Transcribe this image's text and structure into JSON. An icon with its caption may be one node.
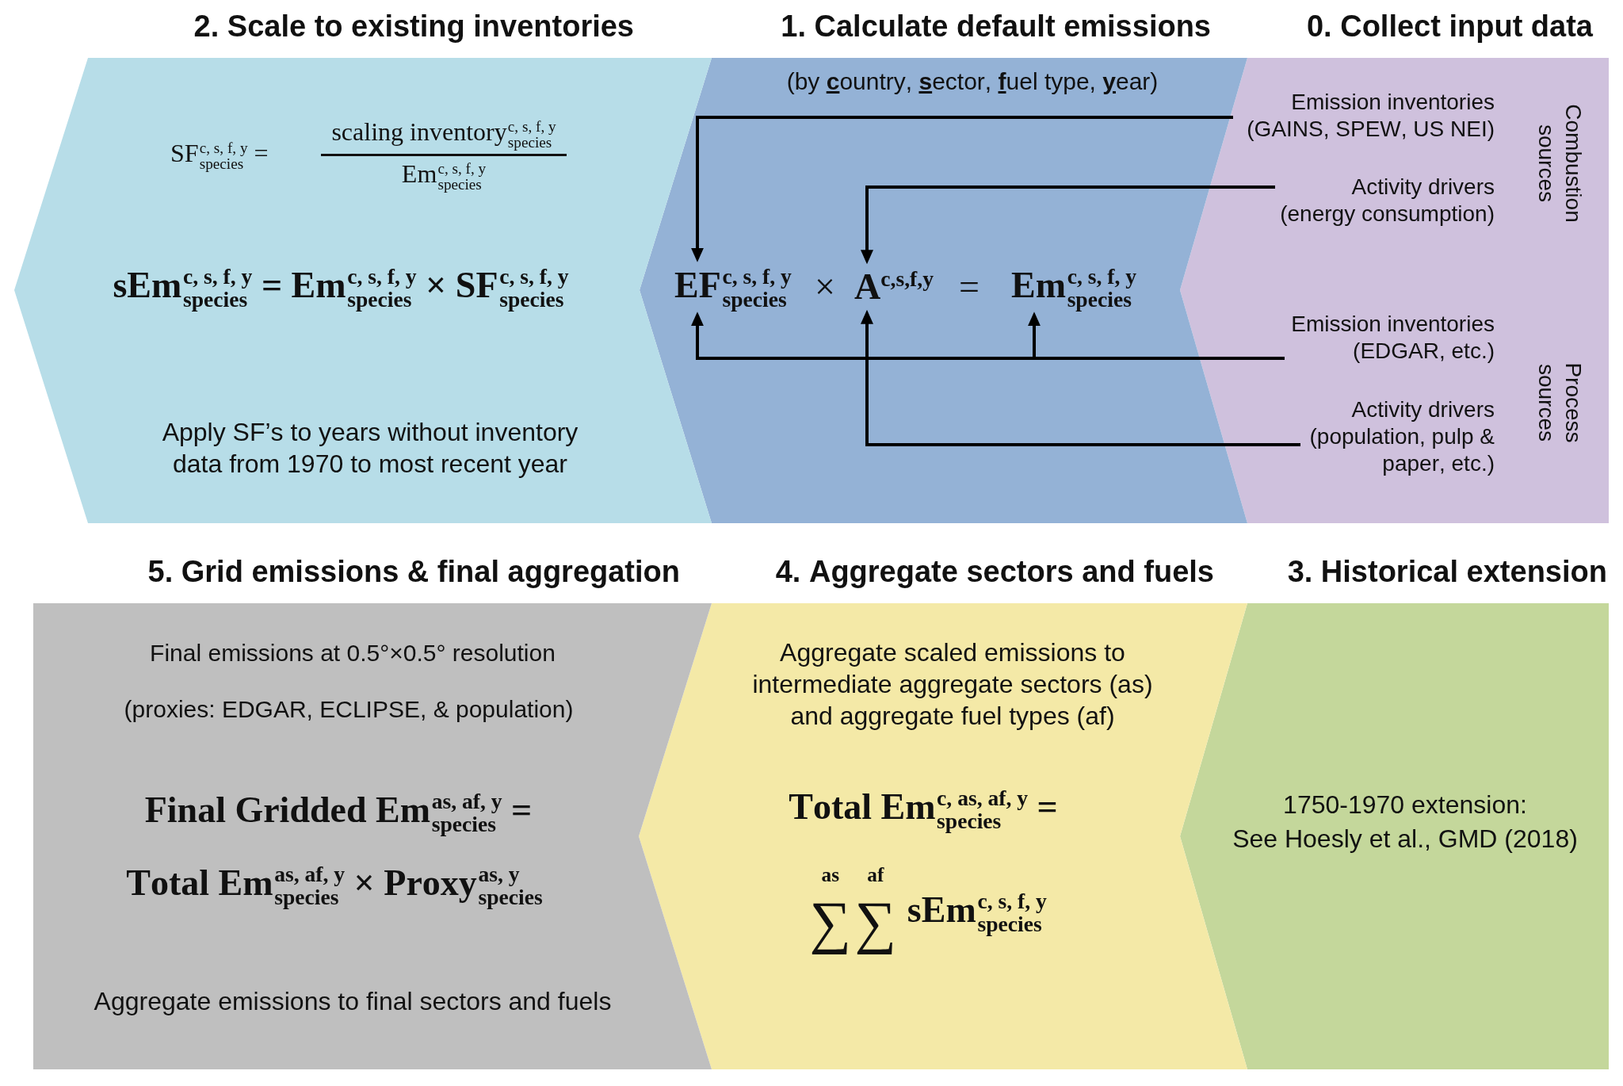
{
  "diagram": {
    "nodes": [
      {
        "text": [
          "0. Collect input data",
          "Combustion sources",
          "Process sources"
        ]
      },
      {
        "text": [
          "Emission inventories (GAINS, SPEW, US NEI)"
        ],
        "in": 0
      },
      {
        "text": [
          "Activity drivers (energy consumption)"
        ],
        "in": 0
      },
      {
        "text": [
          "Emission inventories (EDGAR, etc.)"
        ],
        "in": 0
      },
      {
        "text": [
          "Activity drivers (population, pulp & paper, etc.)"
        ],
        "in": 0
      },
      {
        "text": [
          "1. Calculate default emissions",
          "(by **c**ountry, **s**ector, **f**uel type, **y**ear)"
        ]
      },
      {
        "text": [
          "Em$^{c, s, f, y}$$_{species}$"
        ],
        "in": 5
      },
      {
        "text": [
          "A$^{c,s,f,y}$"
        ],
        "in": 5
      },
      {
        "text": [
          "EF$^{c, s, f, y}$$_{species}$"
        ],
        "in": 5
      },
      {
        "text": [
          "2. Scale to existing inventories",
          "SF$^{c, s, f, y}$$_{species}$ =",
          "scaling inventory$^{c, s, f, y}$$_{species}$",
          "Em$^{c, s, f, y}$$_{species}$",
          "sEm$^{c, s, f, y}$$_{species}$ = Em$^{c, s, f, y}$$_{species}$ × SF$^{c, s, f, y}$$_{species}$",
          "Apply SF’s to years without inventory data from 1970 to most recent year"
        ]
      },
      {
        "text": [
          "3. Historical extension",
          "1750-1970 extension:",
          "See Hoesly et al., GMD (2018)"
        ]
      },
      {
        "text": [
          "4. Aggregate sectors and fuels",
          "Aggregate scaled emissions to intermediate aggregate sectors (as) and aggregate fuel types (af)",
          "Total Em$^{c, as, af, y}$$_{species}$ =",
          "∑$^{as}$∑$^{af}$ sEm$^{c, s, f, y}$$_{species}$"
        ]
      },
      {
        "text": [
          "5. Grid emissions & final aggregation",
          "Final emissions at 0.5°×0.5° resolution",
          "(proxies: EDGAR, ECLIPSE, & population)",
          "Final Gridded Em$^{as, af, y}$$_{species}$ =",
          "Total Em$^{as, af, y}$$_{species}$ × Proxy$^{as, y}$$_{species}$",
          "Aggregate emissions to final sectors and fuels"
        ]
      }
    ],
    "edges": [
      {
        "from": 1,
        "to": 8,
        "arrow": "to"
      },
      {
        "from": 2,
        "to": 7,
        "arrow": "to"
      },
      {
        "from": 3,
        "to": 8,
        "arrow": "to"
      },
      {
        "from": 3,
        "to": 6,
        "arrow": "to"
      },
      {
        "from": 4,
        "to": 7,
        "arrow": "to"
      }
    ],
    "labels": [
      "=",
      "×"
    ]
  }
}
